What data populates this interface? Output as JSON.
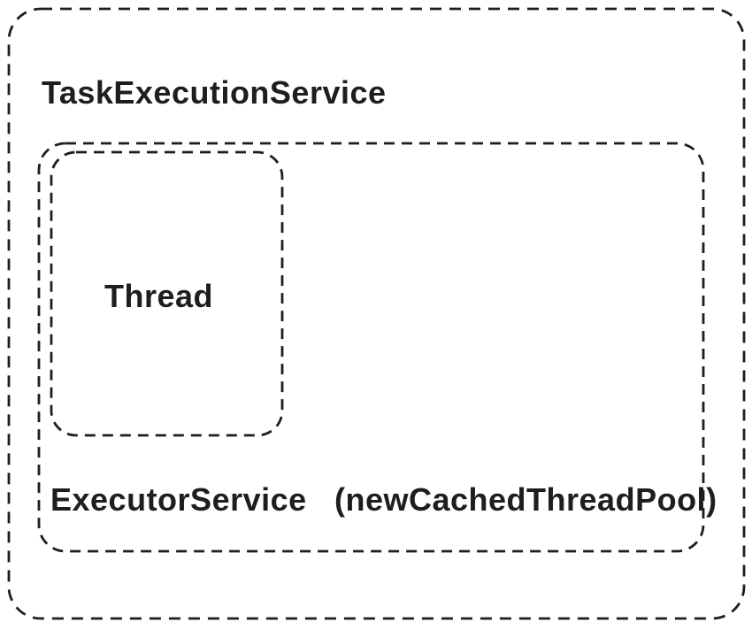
{
  "diagram": {
    "stroke_color": "#1e1e1e",
    "background": "#ffffff",
    "outer_box": {
      "title": "TaskExecutionService",
      "title_color": "#1e1e1e",
      "fill": "#ffffff"
    },
    "executor_box": {
      "label": "ExecutorService",
      "method": "(newCachedThreadPool)",
      "label_color": "#f08c00",
      "fill": "#b2f2bb"
    },
    "thread_box": {
      "label": "Thread",
      "label_color": "#1e1e1e",
      "fill": "#a5d8ff"
    }
  }
}
